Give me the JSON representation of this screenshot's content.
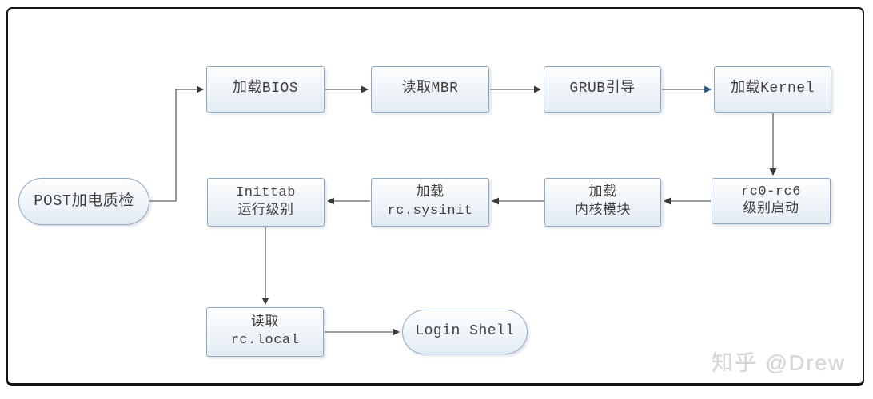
{
  "diagram": {
    "description": "Linux boot process flowchart",
    "watermark": "知乎 @Drew",
    "nodes": {
      "post": {
        "label": "POST加电质检",
        "shape": "stadium"
      },
      "bios": {
        "label": "加载BIOS",
        "shape": "rect"
      },
      "mbr": {
        "label": "读取MBR",
        "shape": "rect"
      },
      "grub": {
        "label": "GRUB引导",
        "shape": "rect"
      },
      "kernel": {
        "label": "加载Kernel",
        "shape": "rect"
      },
      "rc06": {
        "line1": "rc0-rc6",
        "line2": "级别启动",
        "shape": "rect"
      },
      "modules": {
        "line1": "加载",
        "line2": "内核模块",
        "shape": "rect"
      },
      "sysinit": {
        "line1": "加载",
        "line2": "rc.sysinit",
        "shape": "rect"
      },
      "inittab": {
        "line1": "Inittab",
        "line2": "运行级别",
        "shape": "rect"
      },
      "rclocal": {
        "line1": "读取",
        "line2": "rc.local",
        "shape": "rect"
      },
      "login": {
        "label": "Login Shell",
        "shape": "stadium"
      }
    },
    "edges": [
      {
        "from": "post",
        "to": "bios"
      },
      {
        "from": "bios",
        "to": "mbr"
      },
      {
        "from": "mbr",
        "to": "grub"
      },
      {
        "from": "grub",
        "to": "kernel"
      },
      {
        "from": "kernel",
        "to": "rc06"
      },
      {
        "from": "rc06",
        "to": "modules"
      },
      {
        "from": "modules",
        "to": "sysinit"
      },
      {
        "from": "sysinit",
        "to": "inittab"
      },
      {
        "from": "inittab",
        "to": "rclocal"
      },
      {
        "from": "rclocal",
        "to": "login"
      }
    ],
    "colors": {
      "node_border": "#8fa9c3",
      "node_fill_top": "#fdfefe",
      "node_fill_bottom": "#e2eaf2",
      "text": "#3f3f3f",
      "line": "#7f7f7f",
      "arrowhead": "#3a3a3a",
      "arrowhead_accent": "#2f5b96",
      "frame_border": "#151515",
      "watermark": "#d5d5d5"
    }
  }
}
